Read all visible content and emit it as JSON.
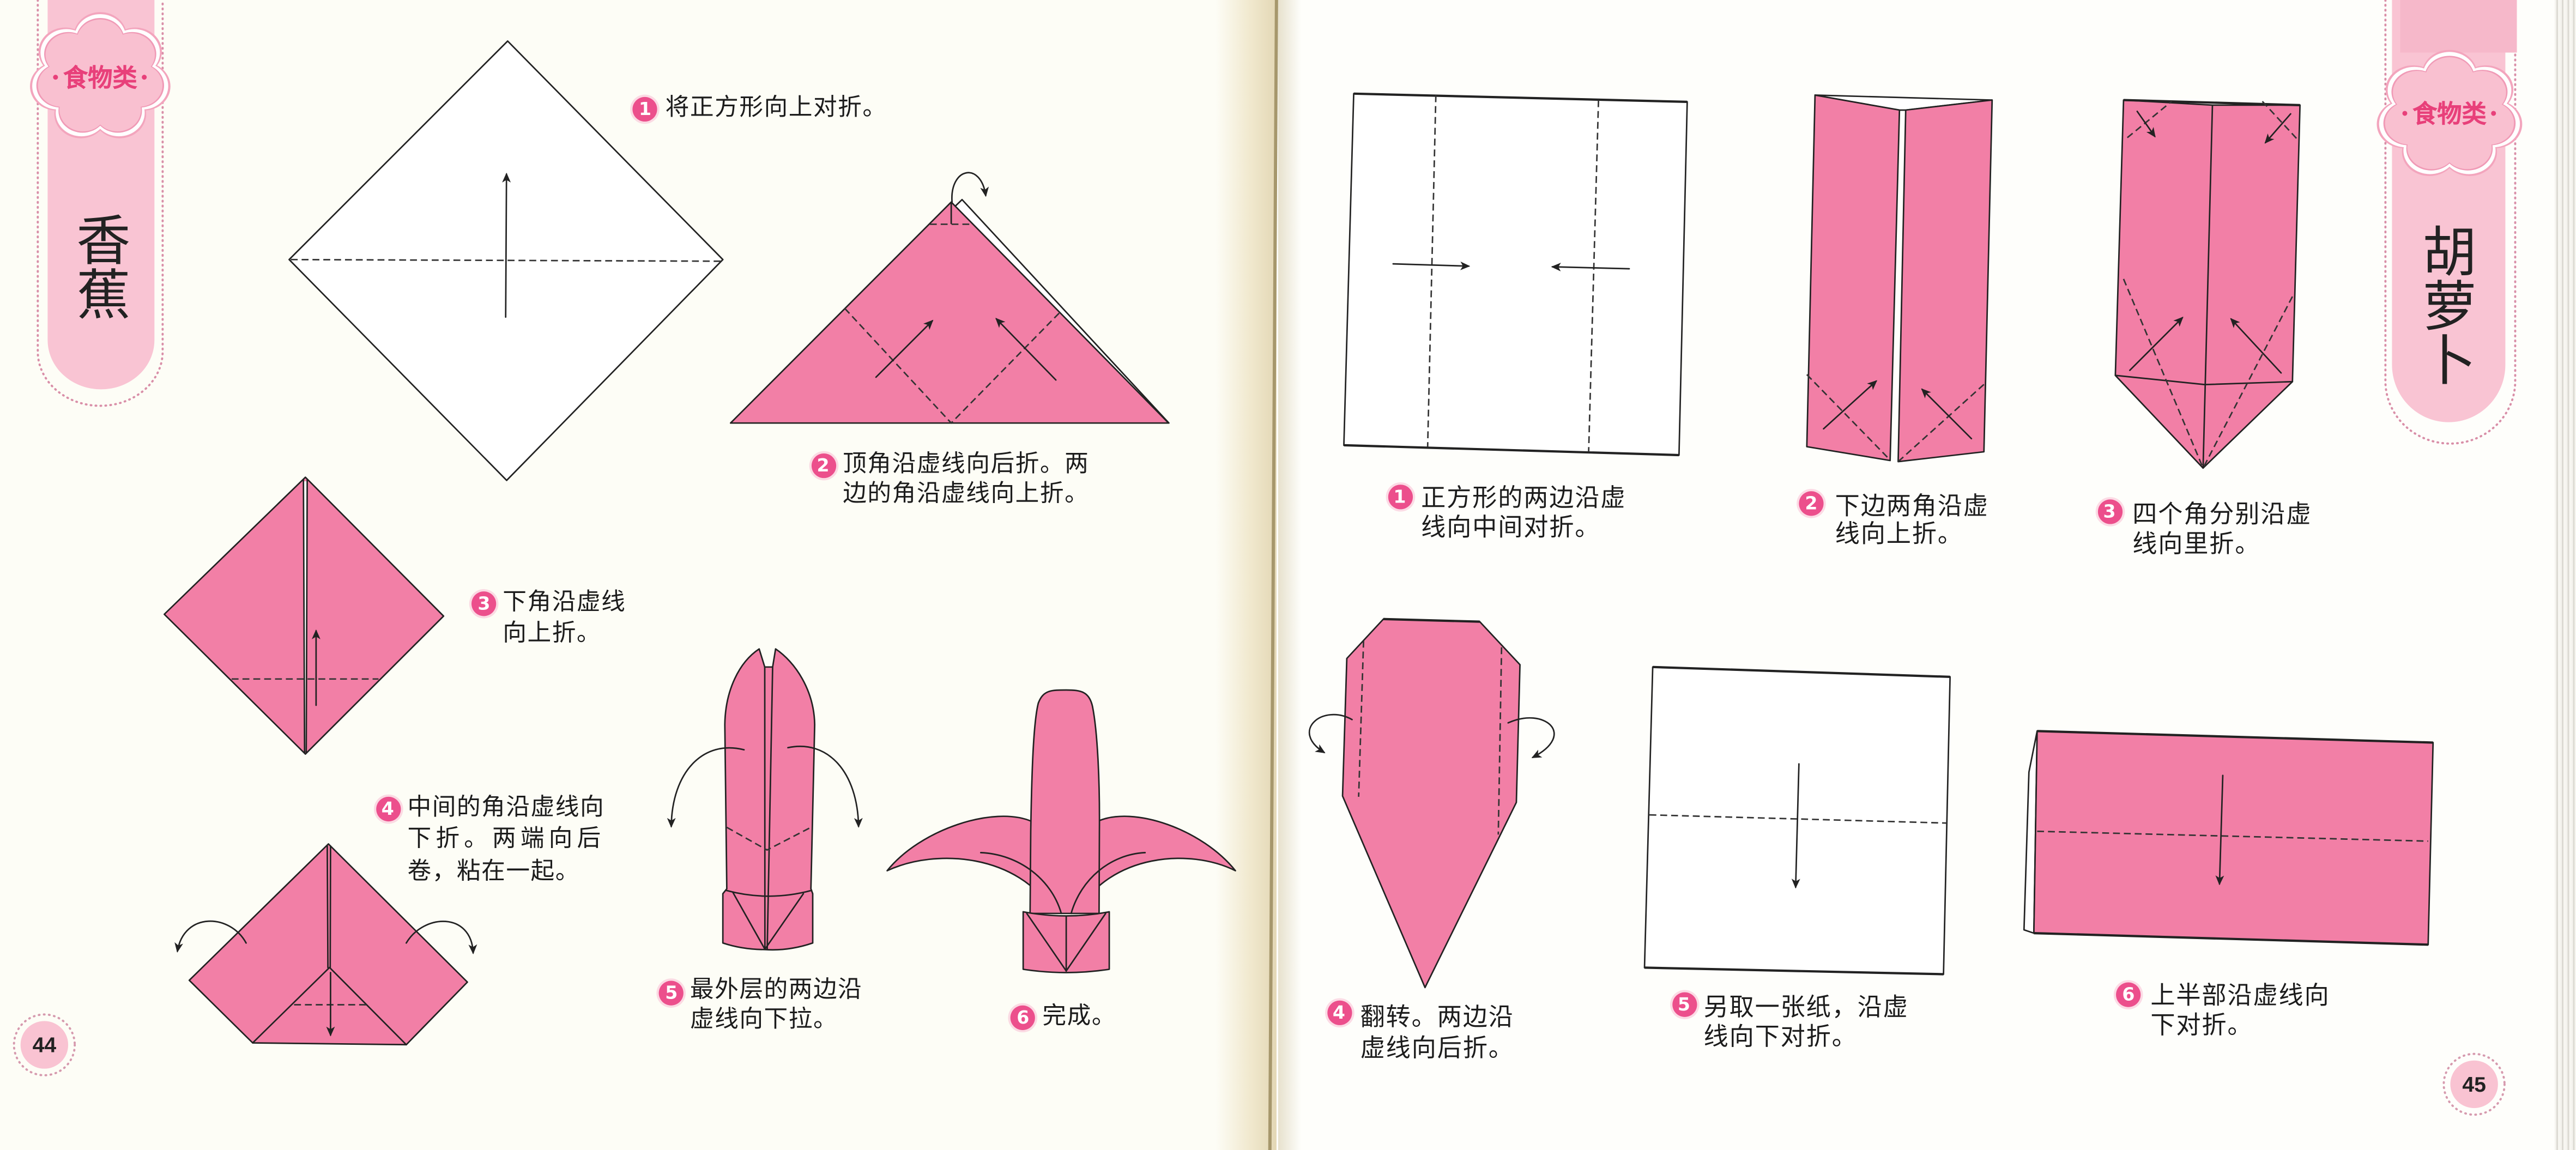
{
  "left_page": {
    "category_badge": "食物类",
    "title": "香蕉",
    "page_number": "44",
    "steps": [
      {
        "number": "1",
        "lines": [
          "将正方形向上对折。"
        ]
      },
      {
        "number": "2",
        "lines": [
          "顶角沿虚线向后折。两",
          "边的角沿虚线向上折。"
        ]
      },
      {
        "number": "3",
        "lines": [
          "下角沿虚线",
          "向上折。"
        ]
      },
      {
        "number": "4",
        "lines": [
          "中间的角沿虚线向",
          "下折。两端向后",
          "卷，粘在一起。"
        ]
      },
      {
        "number": "5",
        "lines": [
          "最外层的两边沿",
          "虚线向下拉。"
        ]
      },
      {
        "number": "6",
        "lines": [
          "完成。"
        ]
      }
    ]
  },
  "right_page": {
    "category_badge": "食物类",
    "title": "胡萝卜",
    "page_number": "45",
    "steps": [
      {
        "number": "1",
        "lines": [
          "正方形的两边沿虚",
          "线向中间对折。"
        ]
      },
      {
        "number": "2",
        "lines": [
          "下边两角沿虚",
          "线向上折。"
        ]
      },
      {
        "number": "3",
        "lines": [
          "四个角分别沿虚",
          "线向里折。"
        ]
      },
      {
        "number": "4",
        "lines": [
          "翻转。两边沿",
          "虚线向后折。"
        ]
      },
      {
        "number": "5",
        "lines": [
          "另取一张纸，沿虚",
          "线向下对折。"
        ]
      },
      {
        "number": "6",
        "lines": [
          "上半部沿虚线向",
          "下对折。"
        ]
      }
    ]
  },
  "icons": {
    "fold_arrow": "fold-arrow-icon",
    "fold_back_arrow": "fold-back-arrow-icon",
    "crease_line": "dashed-crease-line",
    "category_badge_shape": "cloud-badge"
  },
  "colors": {
    "paper_pink": "#F27FA6",
    "tab_pink": "#F9C4D3",
    "badge_fill": "#F8BCCD",
    "badge_border": "#F09AB6",
    "accent_pink": "#EC4F8C",
    "badge_text": "#E8407A",
    "line": "#222222",
    "page_left": "#FDFDF6",
    "page_right": "#FEFEFB"
  }
}
